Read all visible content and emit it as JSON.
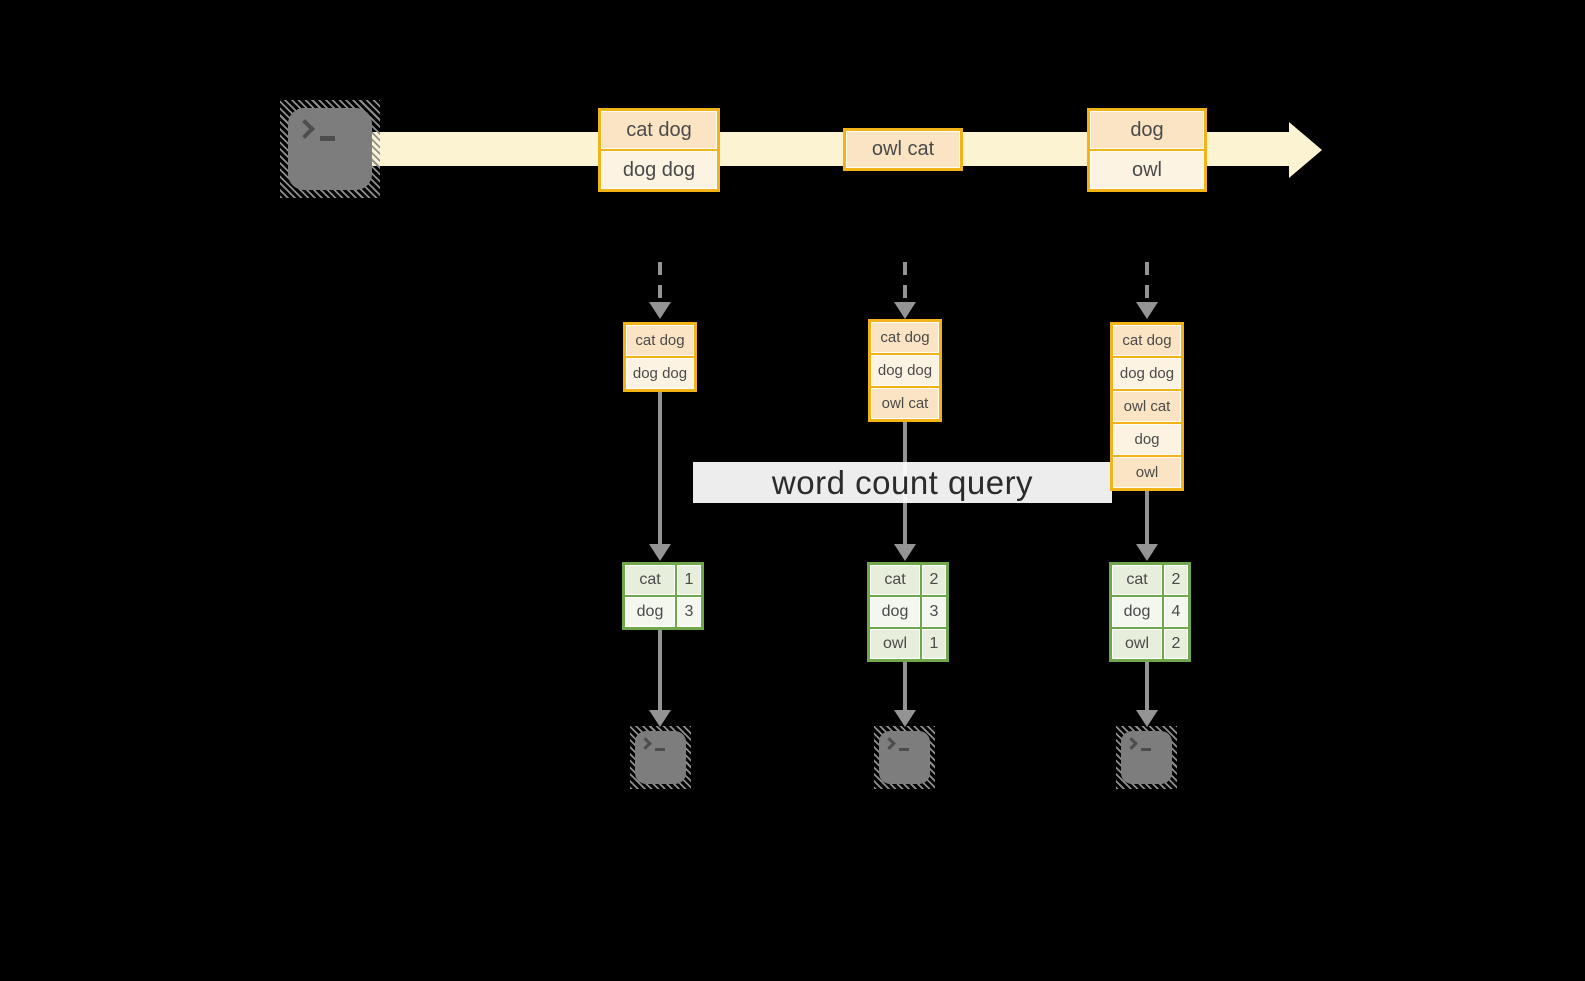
{
  "colors": {
    "background": "#000000",
    "stream_band": "#FBF3D1",
    "batch_border": "#F2B318",
    "batch_fill_dark": "#FBE4C4",
    "batch_fill_light": "#FDF3E3",
    "result_border": "#6FA84C",
    "result_fill_dark": "#E7EEDC",
    "result_fill_light": "#F4F7EE",
    "arrow_gray": "#949494",
    "terminal_gray": "#7D7D7D",
    "text_dark": "#4A4A4A"
  },
  "stream": {
    "source_icon": "terminal-icon",
    "batches": [
      {
        "lines": [
          "cat dog",
          "dog dog"
        ]
      },
      {
        "lines": [
          "owl cat"
        ]
      },
      {
        "lines": [
          "dog",
          "owl"
        ]
      }
    ]
  },
  "query": {
    "label": "word count query"
  },
  "columns": [
    {
      "input": [
        "cat dog",
        "dog dog"
      ],
      "result": {
        "rows": [
          {
            "word": "cat",
            "count": "1"
          },
          {
            "word": "dog",
            "count": "3"
          }
        ]
      },
      "sink_icon": "terminal-icon"
    },
    {
      "input": [
        "cat dog",
        "dog dog",
        "owl cat"
      ],
      "result": {
        "rows": [
          {
            "word": "cat",
            "count": "2"
          },
          {
            "word": "dog",
            "count": "3"
          },
          {
            "word": "owl",
            "count": "1"
          }
        ]
      },
      "sink_icon": "terminal-icon"
    },
    {
      "input": [
        "cat dog",
        "dog dog",
        "owl cat",
        "dog",
        "owl"
      ],
      "result": {
        "rows": [
          {
            "word": "cat",
            "count": "2"
          },
          {
            "word": "dog",
            "count": "4"
          },
          {
            "word": "owl",
            "count": "2"
          }
        ]
      },
      "sink_icon": "terminal-icon"
    }
  ]
}
